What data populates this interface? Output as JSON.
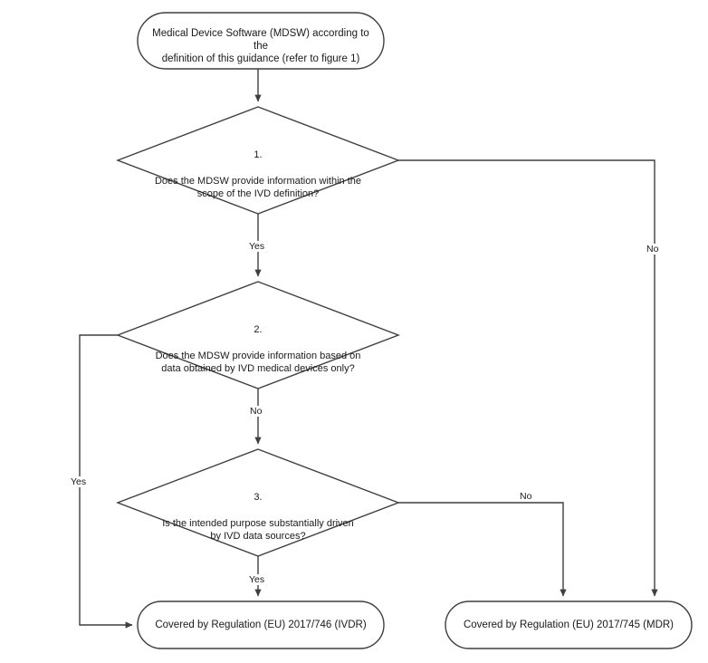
{
  "diagram": {
    "title": "MDSW qualification decision flowchart (IVDR / MDR)",
    "stroke_color": "#3f3f3f",
    "text_color": "#1a1a1a",
    "background_color": "#ffffff"
  },
  "nodes": {
    "start": {
      "shape": "terminator",
      "text": "Medical Device Software (MDSW) according to the\ndefinition of this guidance (refer to figure 1)"
    },
    "decision1": {
      "shape": "decision",
      "number": "1.",
      "text": "Does the MDSW provide information within the\nscope of the IVD definition?"
    },
    "decision2": {
      "shape": "decision",
      "number": "2.",
      "text": "Does the MDSW provide information based on\ndata obtained by IVD medical devices only?"
    },
    "decision3": {
      "shape": "decision",
      "number": "3.",
      "text": "Is the intended purpose substantially driven\nby IVD data sources?"
    },
    "outcome_ivdr": {
      "shape": "terminator",
      "text": "Covered by Regulation (EU) 2017/746 (IVDR)"
    },
    "outcome_mdr": {
      "shape": "terminator",
      "text": "Covered by Regulation (EU) 2017/745 (MDR)"
    }
  },
  "edges": {
    "start_to_d1": {
      "label": ""
    },
    "d1_yes": {
      "label": "Yes"
    },
    "d1_no": {
      "label": "No"
    },
    "d2_yes": {
      "label": "Yes"
    },
    "d2_no": {
      "label": "No"
    },
    "d3_yes": {
      "label": "Yes"
    },
    "d3_no": {
      "label": "No"
    }
  }
}
